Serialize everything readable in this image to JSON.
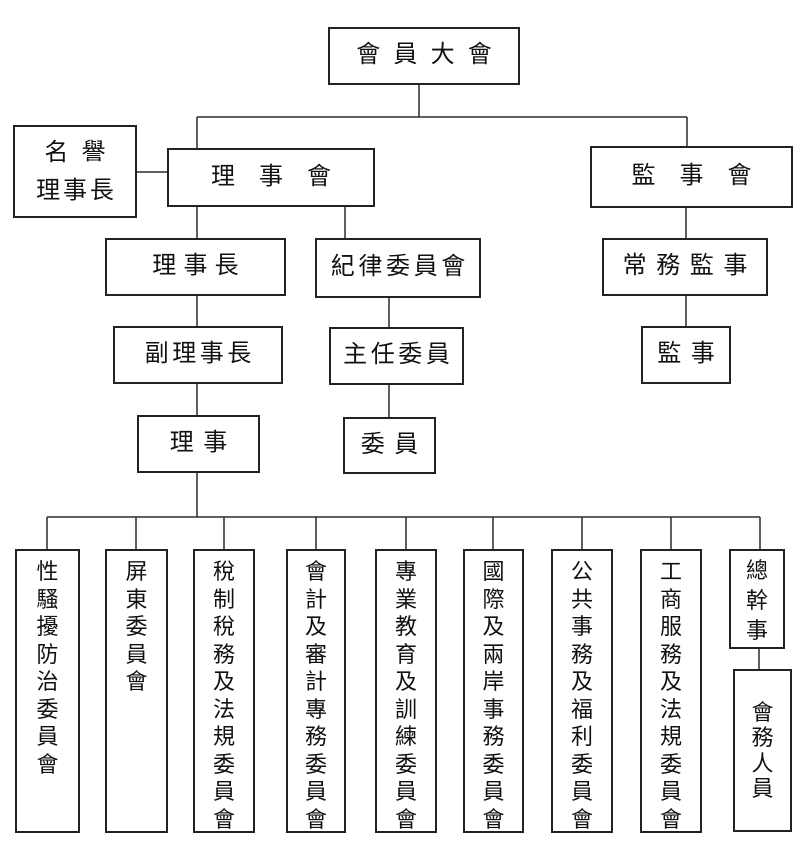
{
  "page": {
    "background_color": "#ffffff",
    "line_color": "#2b2b2b",
    "text_color": "#111111"
  },
  "org": {
    "general_assembly": {
      "label": "會員大會"
    },
    "honorary_chairman": {
      "lines": [
        "名譽",
        "理事長"
      ]
    },
    "board_of_directors": {
      "label": "理事會"
    },
    "board_of_supervisors": {
      "label": "監事會"
    },
    "chairman": {
      "label": "理事長"
    },
    "discipline_committee": {
      "label": "紀律委員會"
    },
    "standing_supervisor": {
      "label": "常務監事"
    },
    "vice_chairman": {
      "label": "副理事長"
    },
    "chief_commissioner": {
      "label": "主任委員"
    },
    "supervisor": {
      "label": "監事"
    },
    "director": {
      "label": "理事"
    },
    "commissioner": {
      "label": "委員"
    },
    "committees": [
      {
        "label": "性騷擾防治委員會"
      },
      {
        "label": "屏東委員會"
      },
      {
        "label": "稅制稅務及法規委員會"
      },
      {
        "label": "會計及審計專務委員會"
      },
      {
        "label": "專業教育及訓練委員會"
      },
      {
        "label": "國際及兩岸事務委員會"
      },
      {
        "label": "公共事務及福利委員會"
      },
      {
        "label": "工商服務及法規委員會"
      }
    ],
    "secretary_general": {
      "label": "總幹事"
    },
    "staff": {
      "label": "會務人員"
    }
  }
}
